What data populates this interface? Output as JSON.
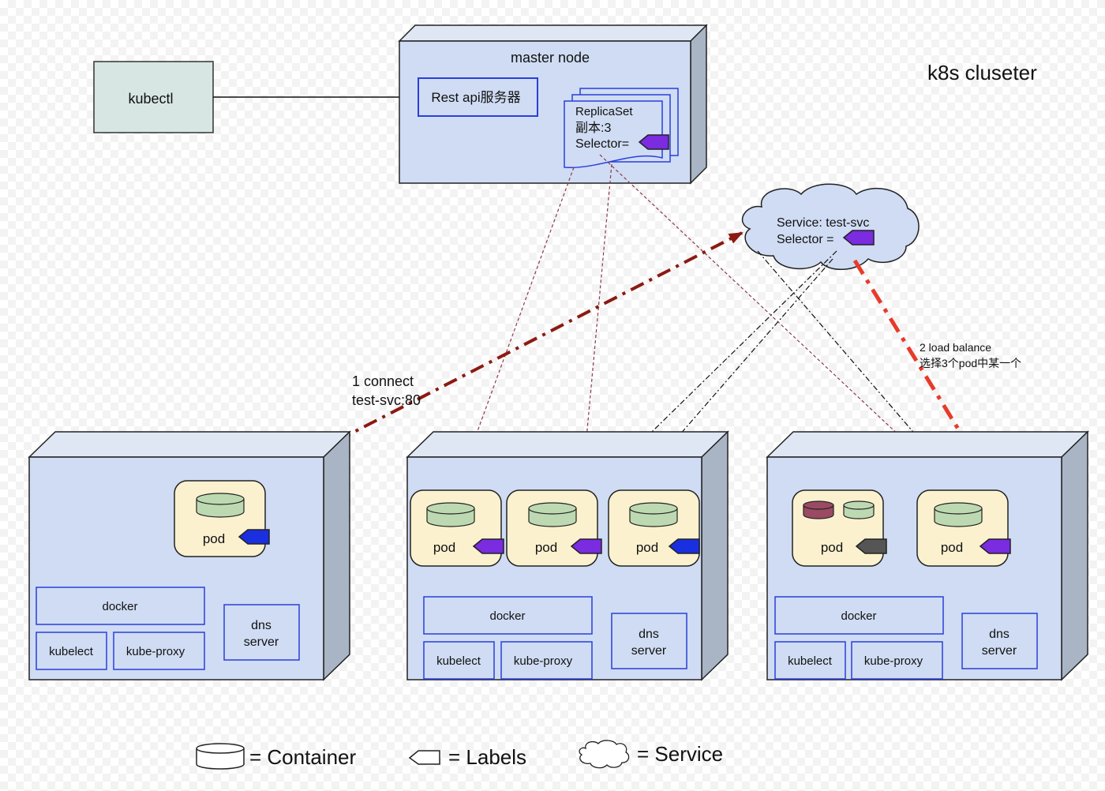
{
  "title": "k8s cluseter",
  "kubectl": {
    "label": "kubectl"
  },
  "master": {
    "label": "master node",
    "rest_api": "Rest api服务器",
    "replicaset": {
      "line1": "ReplicaSet",
      "line2": "副本:3",
      "line3": "Selector="
    }
  },
  "service": {
    "line1": "Service: test-svc",
    "line2": "Selector ="
  },
  "annotations": {
    "connect_line1": "1 connect",
    "connect_line2": "test-svc:80",
    "lb_line1": "2 load balance",
    "lb_line2": "选择3个pod中某一个"
  },
  "nodes": [
    {
      "pods": [
        {
          "label": "pod",
          "tag_color": "#1a2fe0"
        }
      ],
      "docker": "docker",
      "kubelet": "kubelect",
      "proxy": "kube-proxy",
      "dns_line1": "dns",
      "dns_line2": "server"
    },
    {
      "pods": [
        {
          "label": "pod",
          "tag_color": "#7b2be0"
        },
        {
          "label": "pod",
          "tag_color": "#7b2be0"
        },
        {
          "label": "pod",
          "tag_color": "#1a2fe0"
        }
      ],
      "docker": "docker",
      "kubelet": "kubelect",
      "proxy": "kube-proxy",
      "dns_line1": "dns",
      "dns_line2": "server"
    },
    {
      "pods": [
        {
          "label": "pod",
          "tag_color": "#555555"
        },
        {
          "label": "pod",
          "tag_color": "#7b2be0"
        }
      ],
      "docker": "docker",
      "kubelet": "kubelect",
      "proxy": "kube-proxy",
      "dns_line1": "dns",
      "dns_line2": "server"
    }
  ],
  "legend": {
    "container": "= Container",
    "labels": "= Labels",
    "service": "= Service"
  },
  "colors": {
    "node_face": "#cfdcf3",
    "node_side": "#a9b5c5",
    "node_top": "#dfe7f4",
    "pod_fill": "#fbf1cf",
    "container_fill": "#bdd9b1",
    "box_border": "#2a3fd9",
    "kubectl_fill": "#d7e6e3",
    "arrow_red": "#8b1a12",
    "arrow_bright_red": "#e83a2a",
    "label_purple": "#7b2be0",
    "label_blue": "#1a2fe0",
    "container_red": "#9a4a63"
  }
}
